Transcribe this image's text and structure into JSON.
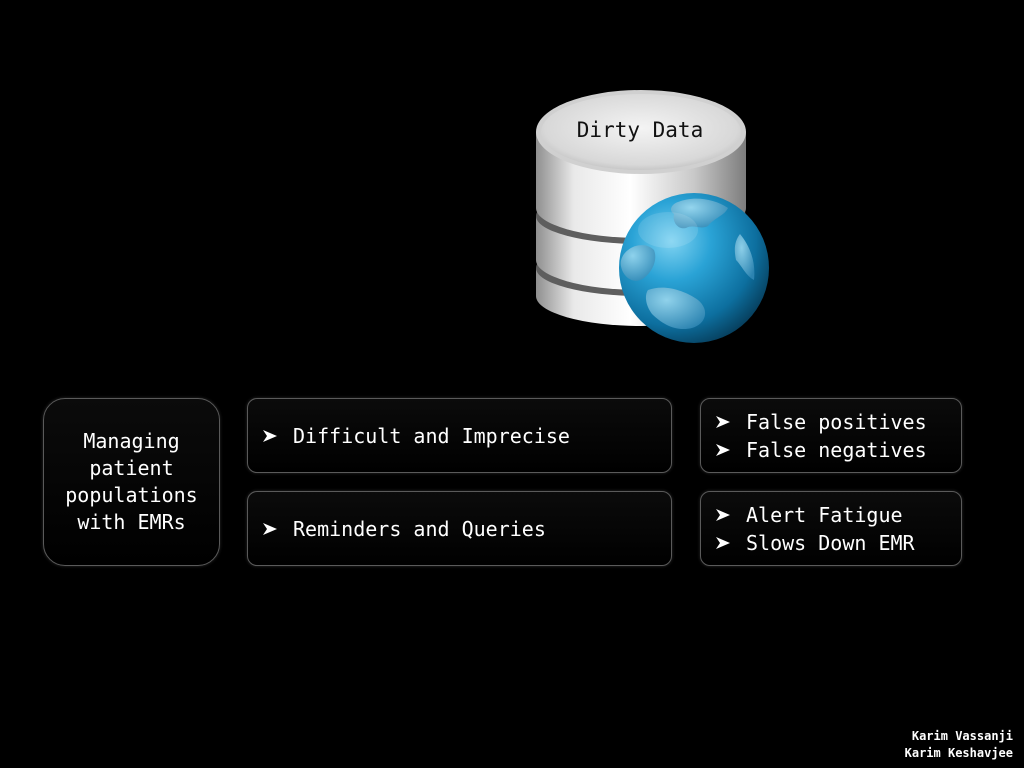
{
  "database": {
    "label": "Dirty Data",
    "icon": "database-globe-icon"
  },
  "left_box": {
    "label": "Managing patient populations with EMRs"
  },
  "middle_boxes": [
    {
      "items": [
        "Difficult and Imprecise"
      ]
    },
    {
      "items": [
        "Reminders and Queries"
      ]
    }
  ],
  "right_boxes": [
    {
      "items": [
        "False positives",
        "False negatives"
      ]
    },
    {
      "items": [
        "Alert Fatigue",
        "Slows Down EMR"
      ]
    }
  ],
  "credits": {
    "line1": "Karim Vassanji",
    "line2": "Karim Keshavjee"
  },
  "colors": {
    "background": "#000000",
    "text": "#ffffff",
    "box_border": "#5a5a5a",
    "globe": "#1b8fc4"
  }
}
